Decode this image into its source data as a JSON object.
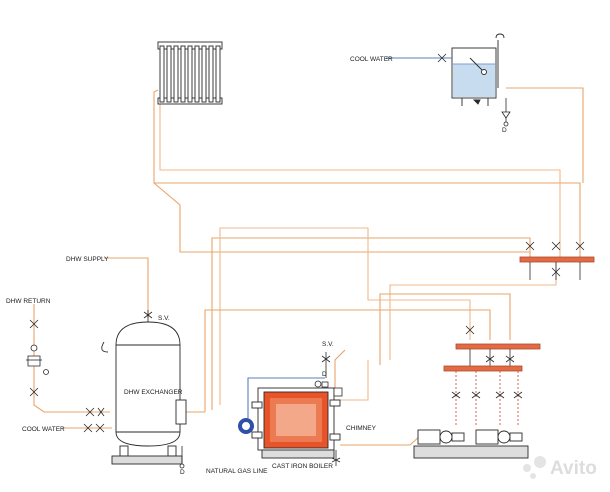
{
  "labels": {
    "cool_water_top": "COOL WATER",
    "dhw_supply": "DHW SUPPLY",
    "dhw_return": "DHW RETURN",
    "cool_water_left": "COOL WATER",
    "sv_exchanger": "S.V.",
    "sv_boiler": "S.V.",
    "dhw_exchanger": "DHW EXCHANGER",
    "chimney": "CHIMNEY",
    "natural_gas_line": "NATURAL GAS LINE",
    "cast_iron_boiler": "CAST IRON BOILER",
    "drain_top": "D",
    "drain_boiler": "D",
    "drain_exchanger": "D",
    "watermark": "Avito"
  },
  "colors": {
    "hot_pipe": "#e9a46a",
    "return_pipe": "#f0b888",
    "cold_pipe": "#5a7fc0",
    "boiler_fill": "#e8532a",
    "manifold": "#e26b44",
    "equipment_line": "#3a3a3a",
    "valve_red": "#d63a2a"
  }
}
